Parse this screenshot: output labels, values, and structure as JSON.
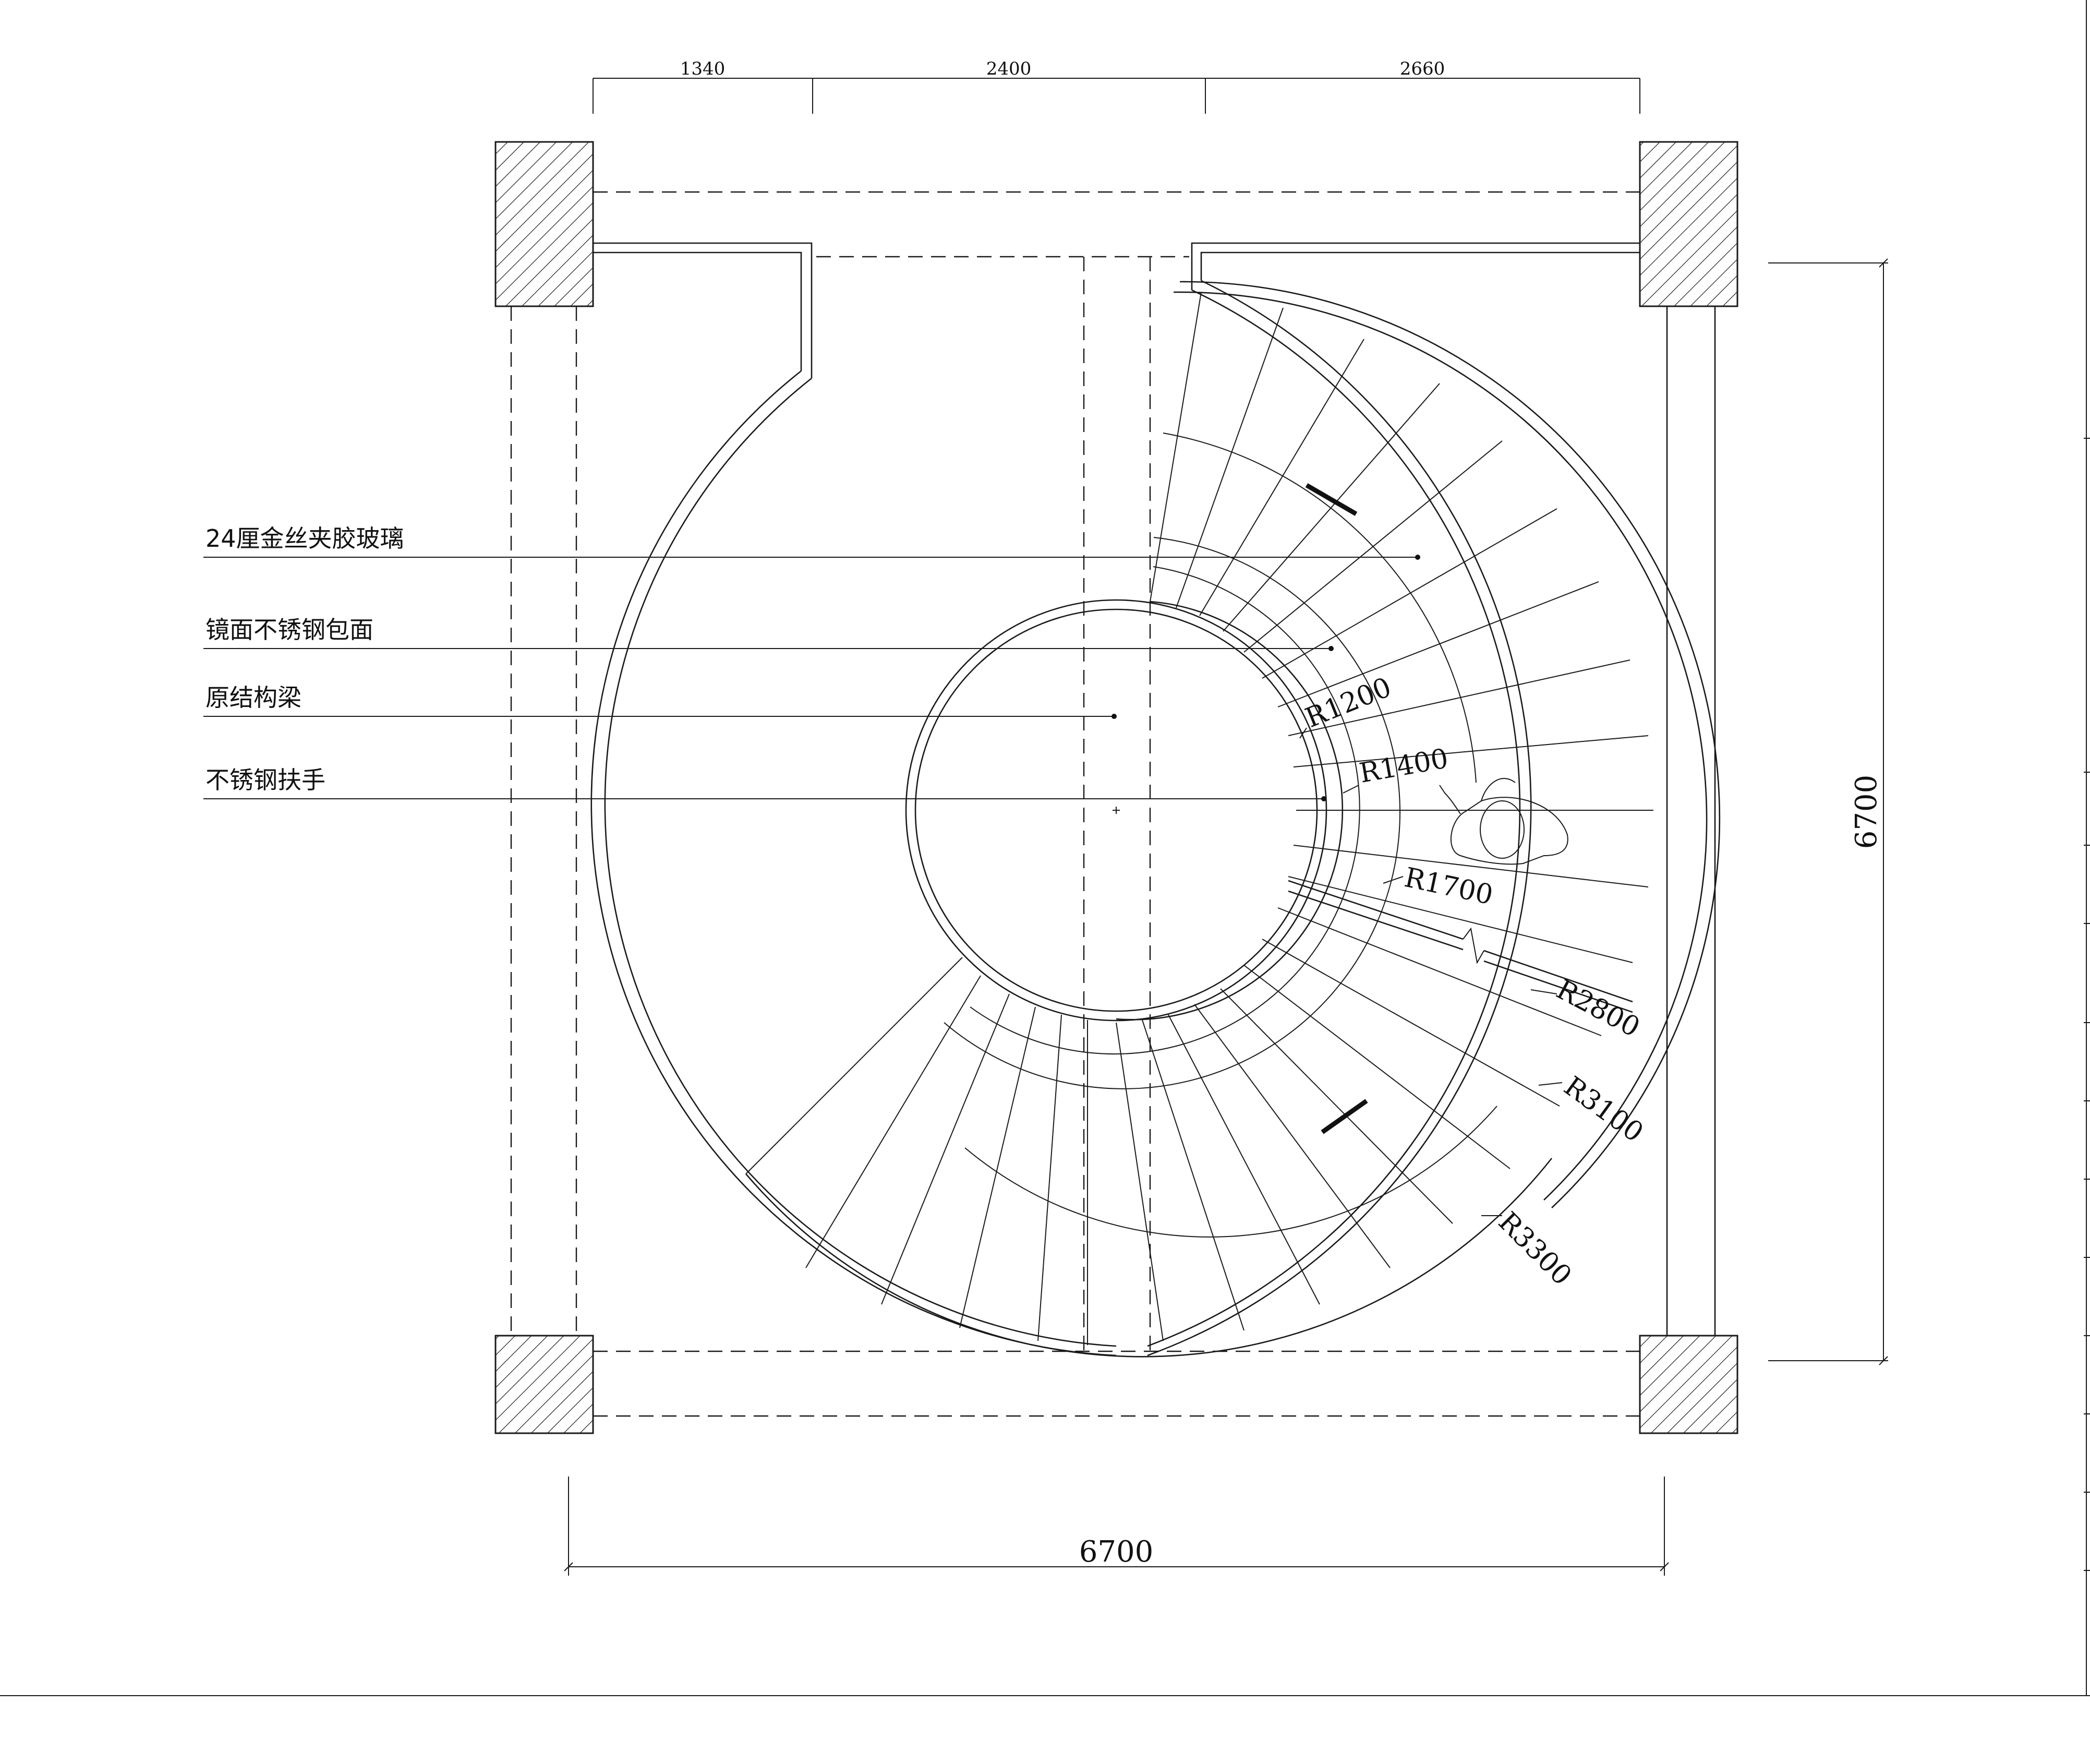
{
  "dimensions": {
    "top": [
      "1340",
      "2400",
      "2660"
    ],
    "bottom": "6700",
    "right": "6700"
  },
  "radii": [
    "R1200",
    "R1400",
    "R1700",
    "R2800",
    "R3100",
    "R3300"
  ],
  "callouts": [
    "24厘金丝夹胶玻璃",
    "镜面不锈钢包面",
    "原结构梁",
    "不锈钢扶手"
  ],
  "colors": {
    "line": "#1a1a1a",
    "background": "#ffffff"
  },
  "icons": [
    "person-figure-icon",
    "column-hatch-icon",
    "break-mark-icon"
  ]
}
